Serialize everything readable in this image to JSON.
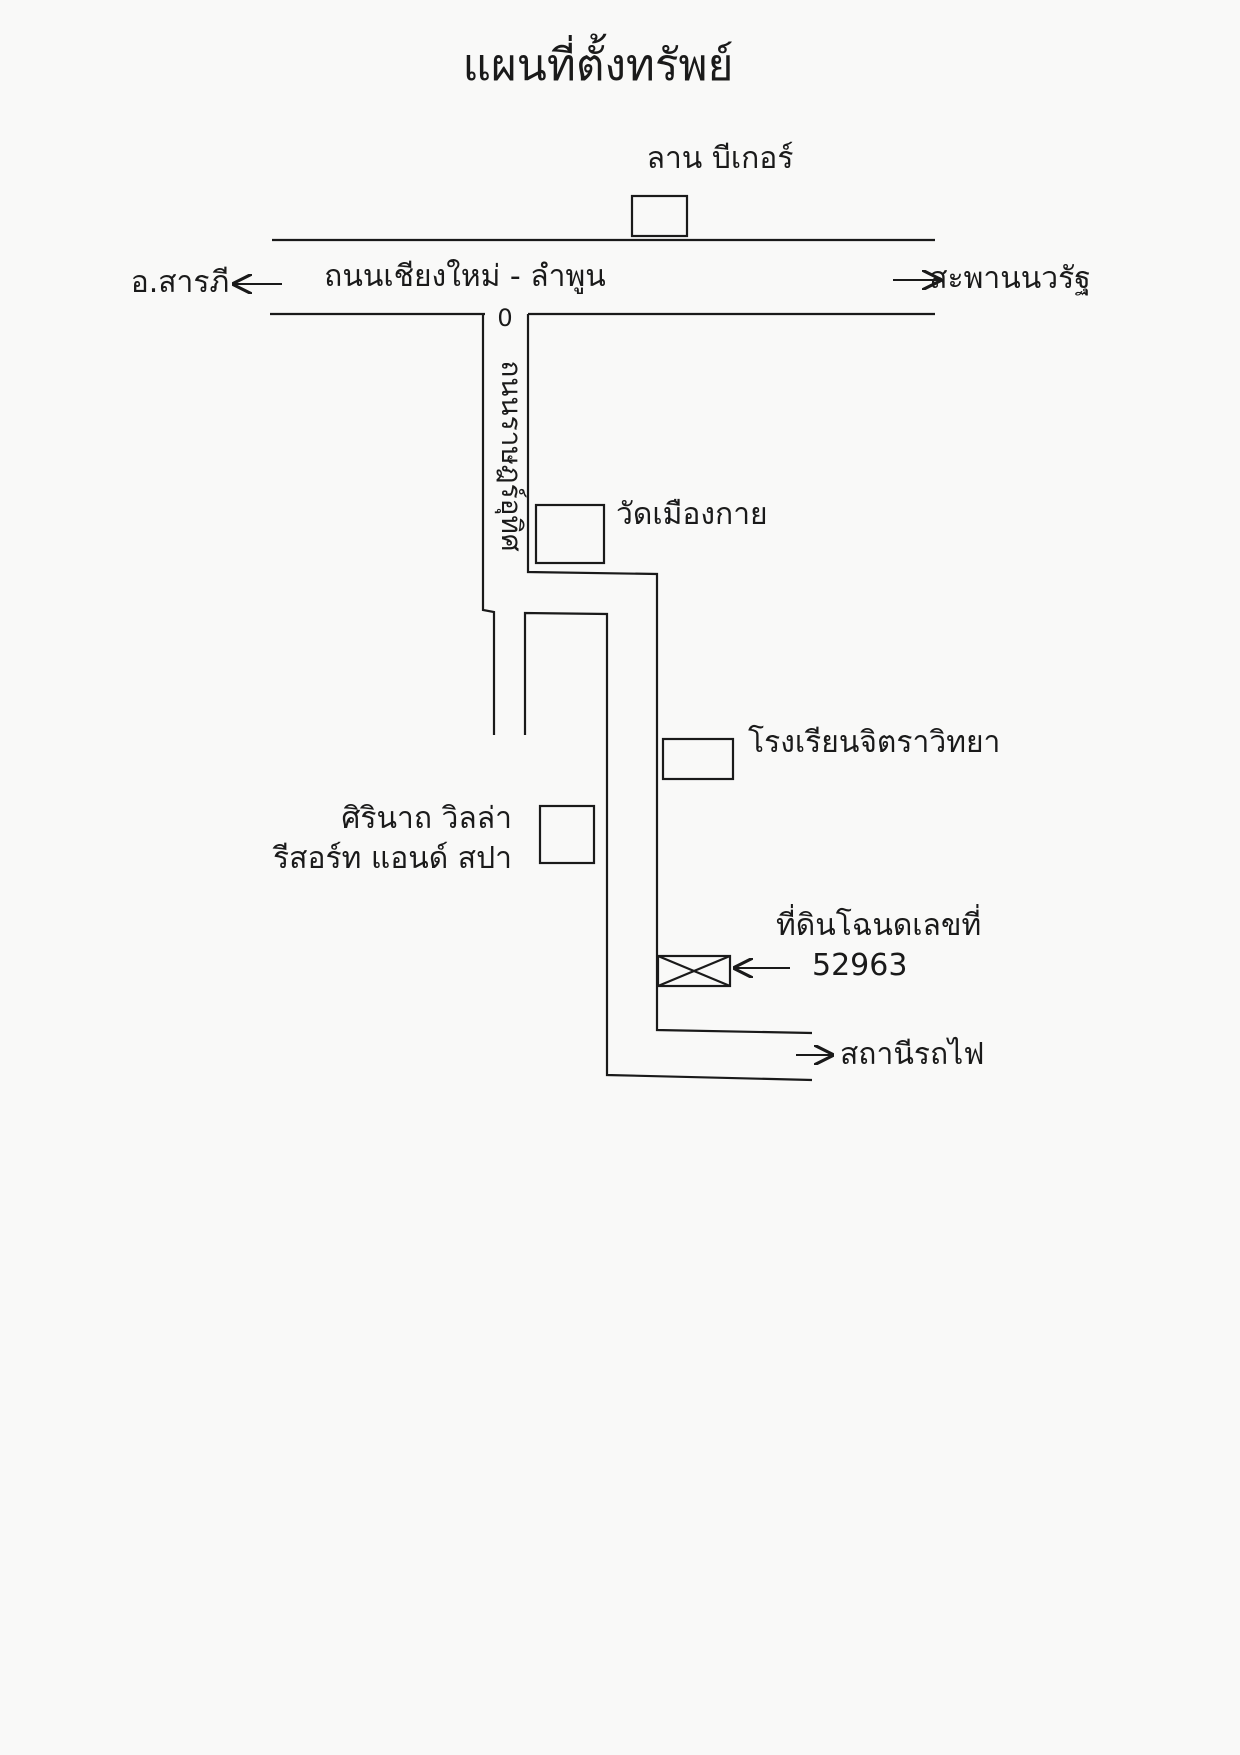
{
  "title": "แผนที่ตั้งทรัพย์",
  "roads": {
    "main_road": "ถนนเชียงใหม่ - ลำพูน",
    "side_road": "ถนนราษฎร์อุทิศ",
    "west_direction": "อ.สารภี",
    "east_direction": "สะพานนวรัฐ",
    "south_direction": "สถานีรถไฟ",
    "junction_mark": "0"
  },
  "landmarks": {
    "bangkok_bank": "ลาน บีเกอร์",
    "temple": "วัดเมืองกาย",
    "school": "โรงเรียนจิตราวิทยา",
    "resort_line1": "ศิรินาถ วิลล่า",
    "resort_line2": "รีสอร์ท แอนด์ สปา"
  },
  "property": {
    "label": "ที่ดินโฉนดเลขที่",
    "deed_number": "52963"
  },
  "colors": {
    "ink": "#1a1a1a",
    "paper": "#f9f9f8"
  }
}
